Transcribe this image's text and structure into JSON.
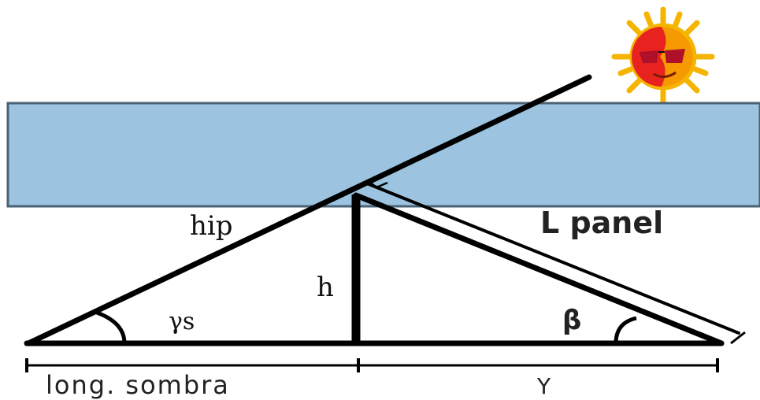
{
  "labels": {
    "hypotenuse": "hip",
    "height": "h",
    "sun_angle": "γs",
    "panel_tilt": "β",
    "panel_length": "L panel",
    "shadow_length": "long. sombra",
    "panel_base": "Y"
  },
  "colors": {
    "band": "#9cc3df",
    "band_border": "#4a6275",
    "lines": "#000000",
    "sun_ray": "#f5b400",
    "sun_left_face": "#e8231f",
    "sun_right_face": "#f59a00",
    "glasses": "#b0102a"
  },
  "icons": {
    "sun": "sun-with-sunglasses-icon"
  }
}
